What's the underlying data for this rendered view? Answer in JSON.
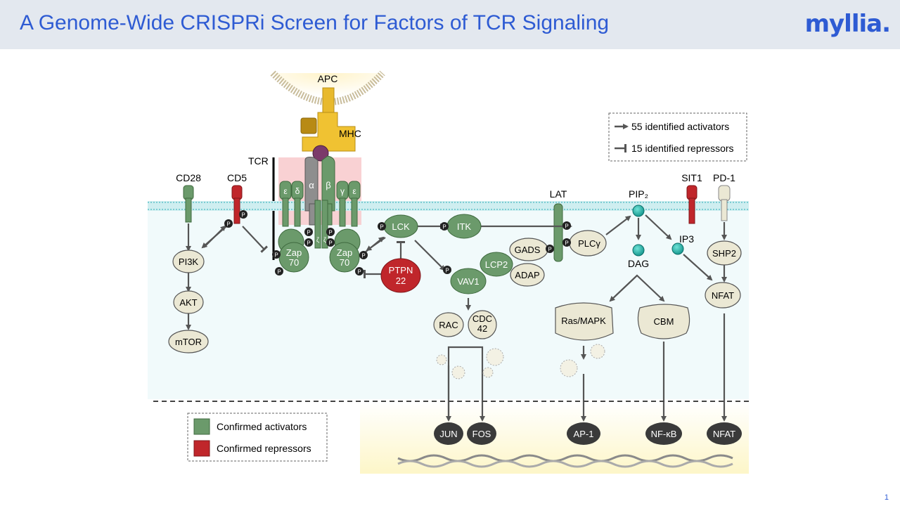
{
  "header": {
    "title": "A Genome-Wide CRISPRi Screen for Factors of TCR Signaling",
    "logo": "myllia."
  },
  "page_number": "1",
  "legend_top": {
    "activators": "55 identified activators",
    "repressors": "15 identified repressors"
  },
  "legend_bottom": {
    "activators": "Confirmed activators",
    "repressors": "Confirmed repressors"
  },
  "labels": {
    "apc": "APC",
    "mhc": "MHC",
    "tcr": "TCR",
    "cd28": "CD28",
    "cd5": "CD5",
    "lat": "LAT",
    "pip2": "PIP₂",
    "sit1": "SIT1",
    "pd1": "PD-1",
    "ip3": "IP3",
    "dag": "DAG",
    "alpha": "α",
    "beta": "β",
    "epsilon_l": "ε",
    "delta": "δ",
    "gamma": "γ",
    "epsilon_r": "ε",
    "zeta": "ζ",
    "p": "P"
  },
  "nodes": {
    "pi3k": "PI3K",
    "akt": "AKT",
    "mtor": "mTOR",
    "zap70_l_1": "Zap",
    "zap70_l_2": "70",
    "zap70_r_1": "Zap",
    "zap70_r_2": "70",
    "lck": "LCK",
    "itk": "ITK",
    "ptpn22_1": "PTPN",
    "ptpn22_2": "22",
    "vav1": "VAV1",
    "lcp2": "LCP2",
    "gads": "GADS",
    "adap": "ADAP",
    "plcg": "PLCγ",
    "rac": "RAC",
    "cdc42_1": "CDC",
    "cdc42_2": "42",
    "ras_mapk": "Ras/MAPK",
    "cbm": "CBM",
    "shp2": "SHP2",
    "nfat": "NFAT"
  },
  "tf": {
    "jun": "JUN",
    "fos": "FOS",
    "ap1": "AP-1",
    "nfkb": "NF-κB",
    "nfat": "NFAT"
  },
  "colors": {
    "title": "#2e5bd3",
    "activator": "#6b9a6b",
    "repressor": "#c0262b",
    "node": "#ebe8d4",
    "arrow": "#555555"
  }
}
